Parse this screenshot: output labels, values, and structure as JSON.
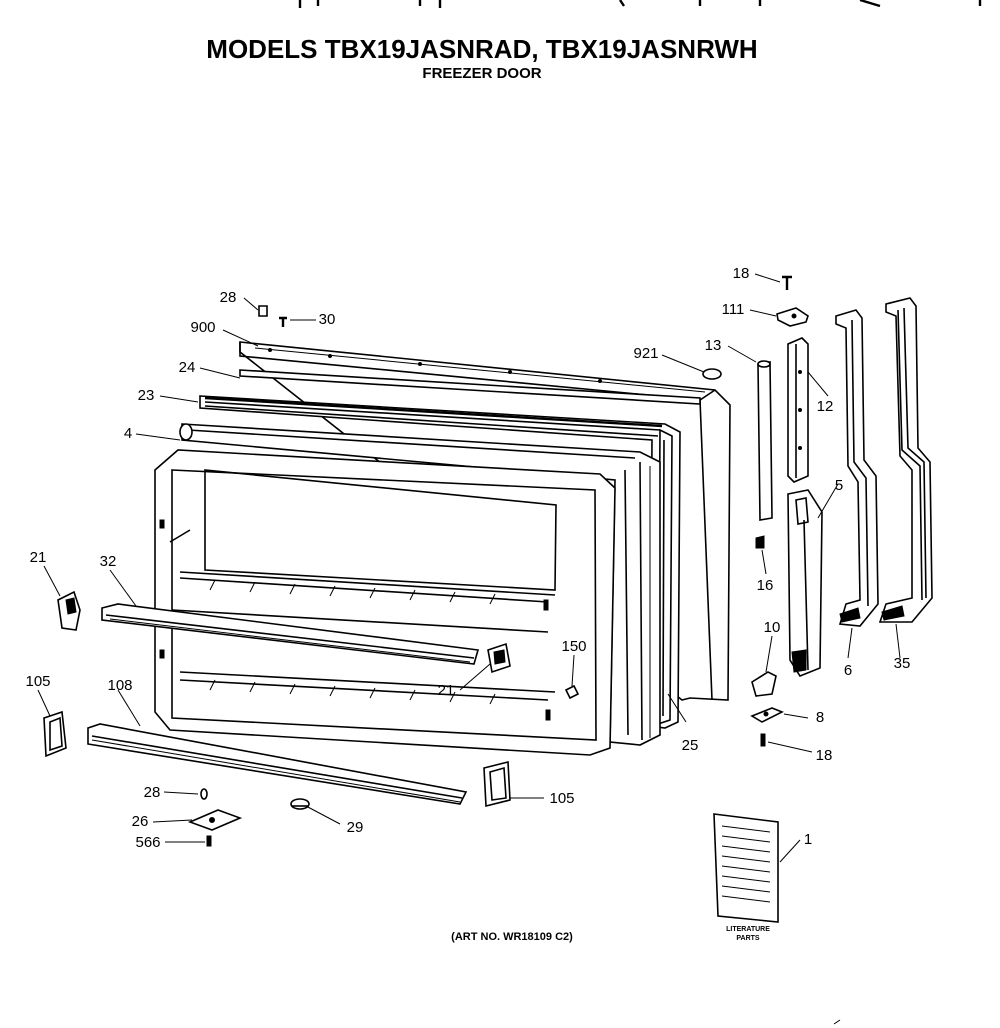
{
  "header": {
    "title": "MODELS TBX19JASNRAD, TBX19JASNRWH",
    "subtitle": "FREEZER DOOR"
  },
  "art_number": "(ART NO. WR18109 C2)",
  "literature_label": [
    "LITERATURE",
    "PARTS"
  ],
  "callouts": [
    {
      "id": "c-28-top",
      "label": "28"
    },
    {
      "id": "c-30",
      "label": "30"
    },
    {
      "id": "c-900",
      "label": "900"
    },
    {
      "id": "c-24",
      "label": "24"
    },
    {
      "id": "c-23",
      "label": "23"
    },
    {
      "id": "c-4",
      "label": "4"
    },
    {
      "id": "c-21-left",
      "label": "21"
    },
    {
      "id": "c-32",
      "label": "32"
    },
    {
      "id": "c-105-left",
      "label": "105"
    },
    {
      "id": "c-108",
      "label": "108"
    },
    {
      "id": "c-28-bottom",
      "label": "28"
    },
    {
      "id": "c-26",
      "label": "26"
    },
    {
      "id": "c-566",
      "label": "566"
    },
    {
      "id": "c-29",
      "label": "29"
    },
    {
      "id": "c-105-right",
      "label": "105"
    },
    {
      "id": "c-21-mid",
      "label": "21"
    },
    {
      "id": "c-150",
      "label": "150"
    },
    {
      "id": "c-921",
      "label": "921"
    },
    {
      "id": "c-25",
      "label": "25"
    },
    {
      "id": "c-18-top",
      "label": "18"
    },
    {
      "id": "c-111",
      "label": "111"
    },
    {
      "id": "c-13",
      "label": "13"
    },
    {
      "id": "c-12",
      "label": "12"
    },
    {
      "id": "c-16",
      "label": "16"
    },
    {
      "id": "c-5",
      "label": "5"
    },
    {
      "id": "c-10",
      "label": "10"
    },
    {
      "id": "c-8",
      "label": "8"
    },
    {
      "id": "c-18-bottom",
      "label": "18"
    },
    {
      "id": "c-6",
      "label": "6"
    },
    {
      "id": "c-35",
      "label": "35"
    },
    {
      "id": "c-1",
      "label": "1"
    }
  ]
}
